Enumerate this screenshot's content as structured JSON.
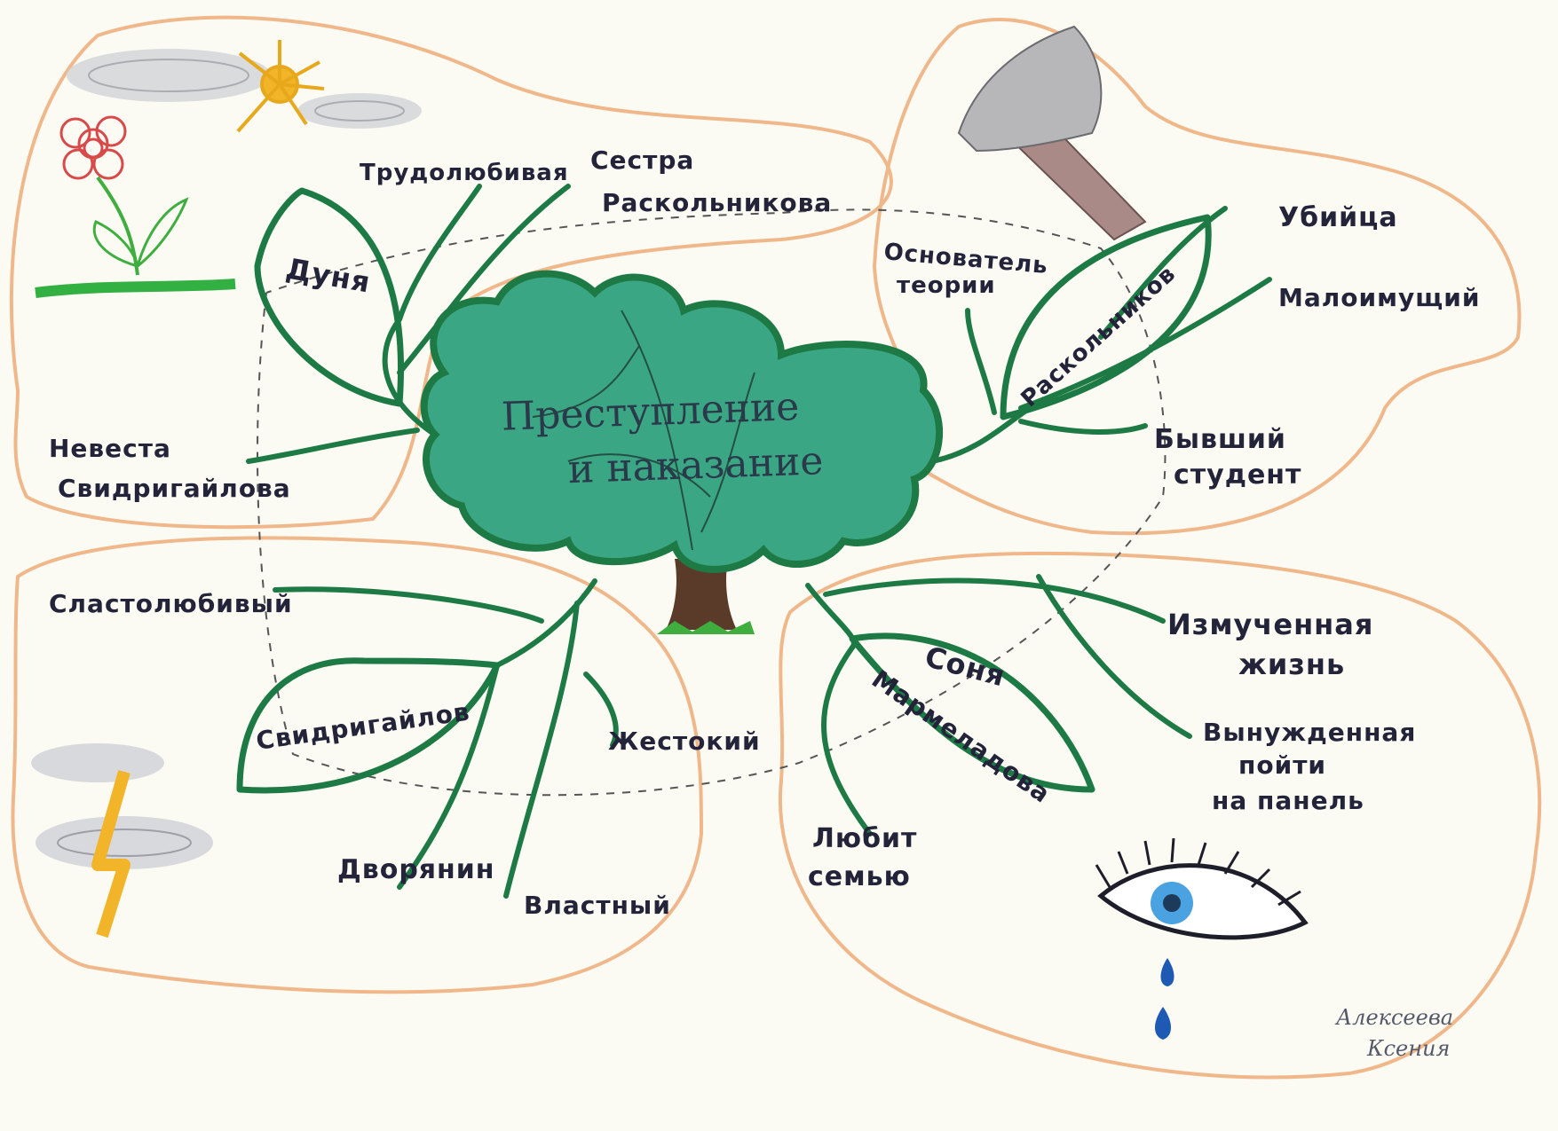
{
  "center": {
    "line1": "Преступление",
    "line2": "и наказание"
  },
  "characters": {
    "dunya": {
      "name": "Дуня",
      "traits": [
        "Трудолюбивая",
        "Сестра",
        "Раскольникова",
        "Невеста",
        "Свидригайлова"
      ]
    },
    "raskolnikov": {
      "name": "Раскольников",
      "traits": [
        "Основатель",
        "теории",
        "Убийца",
        "Малоимущий",
        "Бывший",
        "студент"
      ]
    },
    "svidrigailov": {
      "name": "Свидригайлов",
      "traits": [
        "Сластолюбивый",
        "Жестокий",
        "Дворянин",
        "Властный"
      ]
    },
    "sonya": {
      "name_line1": "Соня",
      "name_line2": "Мармеладова",
      "traits": [
        "Измученная",
        "жизнь",
        "Вынужденная",
        "пойти",
        "на панель",
        "Любит",
        "семью"
      ]
    }
  },
  "signature": {
    "line1": "Алексеева",
    "line2": "Ксения"
  },
  "colors": {
    "leaf_stroke": "#1e7a45",
    "crown_fill": "#3aa684",
    "region_border": "#f0b88a",
    "trunk": "#5a3a28",
    "text": "#23233a"
  },
  "icons": [
    "cloud-icon",
    "sun-icon",
    "flower-icon",
    "axe-icon",
    "lightning-icon",
    "eye-icon",
    "tear-icon"
  ]
}
